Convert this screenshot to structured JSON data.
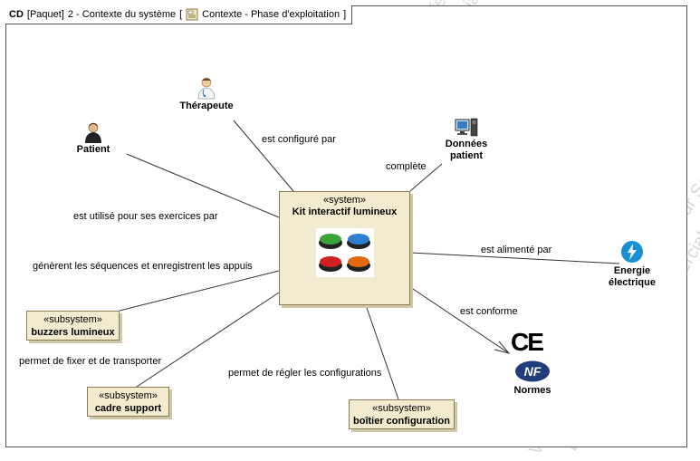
{
  "header": {
    "diagram_type": "CD",
    "package": "[Paquet]",
    "diagram_name": "2 - Contexte du système",
    "bracket_open": "[",
    "context_label": "Contexte - Phase d'exploitation",
    "bracket_close": "]"
  },
  "system": {
    "stereotype": "«system»",
    "name": "Kit interactif lumineux",
    "button_colors": [
      "#3aa33a",
      "#2f7fd0",
      "#d02020",
      "#e06a10"
    ]
  },
  "actors": {
    "therapeute": "Thérapeute",
    "patient": "Patient",
    "donnees_line1": "Données",
    "donnees_line2": "patient",
    "energie_line1": "Energie",
    "energie_line2": "électrique",
    "normes": "Normes",
    "nf_logo": "NF",
    "ce_logo": "CE"
  },
  "subsystems": {
    "buzzers": {
      "stereotype": "«subsystem»",
      "name": "buzzers lumineux"
    },
    "cadre": {
      "stereotype": "«subsystem»",
      "name": "cadre support"
    },
    "boitier": {
      "stereotype": "«subsystem»",
      "name": "boîtier configuration"
    }
  },
  "relations": {
    "therapeute": "est configuré par",
    "donnees": "complète",
    "patient": "est utilisé pour ses exercices par",
    "buzzers": "génèrent les séquences et enregistrent les appuis",
    "energie": "est alimenté par",
    "normes": "est conforme",
    "cadre": "permet de fixer et de transporter",
    "boitier": "permet de régler les configurations"
  },
  "watermark": {
    "line1": "Version Académique pour Professeur Se",
    "line2": "Le Développement Commercial est st"
  },
  "colors": {
    "block_fill": "#f2ebcf",
    "block_border": "#8a7d52",
    "energy_icon": "#1a8fd6",
    "nf_logo": "#1f3d7a"
  }
}
